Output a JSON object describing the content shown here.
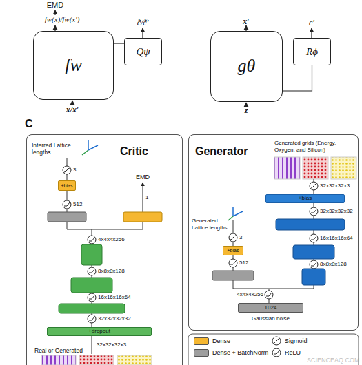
{
  "diagram": {
    "nodes": [
      {
        "text": [
          "fw"
        ]
      },
      {
        "text": [
          "Qψ"
        ]
      },
      {
        "text": [
          "gθ"
        ]
      },
      {
        "text": [
          "Rϕ"
        ]
      },
      {
        "text": [
          "Critic"
        ]
      },
      {
        "text": [
          "+bias"
        ],
        "in": 4
      },
      {
        "text": [
          "+dropout"
        ],
        "in": 4
      },
      {
        "text": [
          "Generator"
        ]
      },
      {
        "text": [
          "+bias"
        ],
        "in": 7
      },
      {
        "text": [
          "+bias"
        ],
        "in": 7
      },
      {
        "text": [
          "1024",
          "Gaussian noise"
        ],
        "in": 7
      }
    ],
    "edges": [
      {
        "from": 0,
        "to": 1,
        "arrow": "none"
      },
      {
        "from": 2,
        "to": 3,
        "arrow": "none"
      }
    ],
    "labels": [
      "EMD",
      "fw(x)/fw(x′)",
      "c̃/c̃′",
      "x/x′",
      "x′",
      "c′",
      "z",
      "C",
      "Inferred Lattice lengths",
      "3",
      "512",
      "EMD",
      "1",
      "4x4x4x256",
      "8x8x8x128",
      "16x16x16x64",
      "32x32x32x32",
      "32x32x32x3",
      "Real or Generated",
      "Generated grids (Energy, Oxygen, and Silicon)",
      "32x32x32x3",
      "32x32x32x32",
      "16x16x16x64",
      "8x8x8x128",
      "Generated Lattice lengths",
      "3",
      "512",
      "4x4x4x256",
      "SCIENCEAQ.COM"
    ],
    "legend": [
      {
        "text": "Dense",
        "color": "#f5b731"
      },
      {
        "text": "Dense + BatchNorm",
        "color": "#9e9e9e"
      },
      {
        "text": "Sigmoid"
      },
      {
        "text": "ReLU"
      }
    ]
  }
}
